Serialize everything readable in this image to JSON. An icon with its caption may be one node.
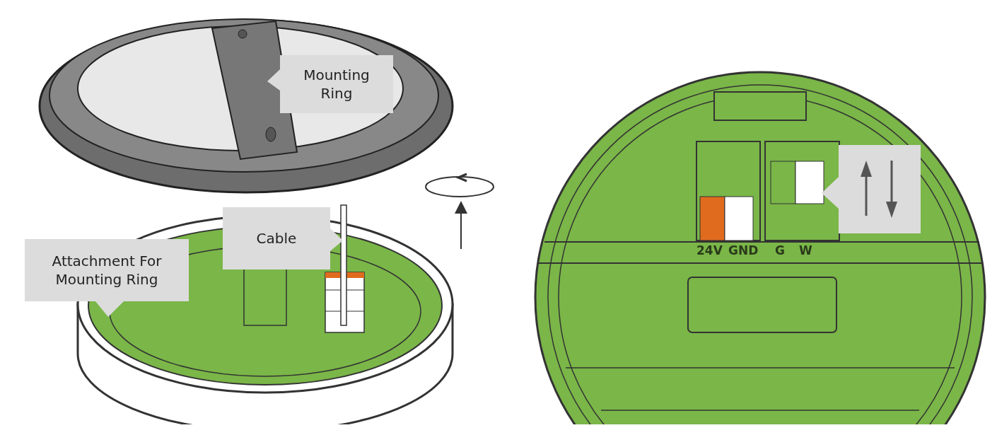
{
  "diagram": {
    "nodes": [
      {
        "text": [
          "Mounting Ring"
        ]
      },
      {
        "text": [
          "Cable"
        ]
      },
      {
        "text": [
          "Attachment For Mounting Ring"
        ]
      },
      {
        "text": [],
        "shape": "box"
      }
    ],
    "labels": [
      "24V",
      "GND",
      "G",
      "W"
    ]
  }
}
